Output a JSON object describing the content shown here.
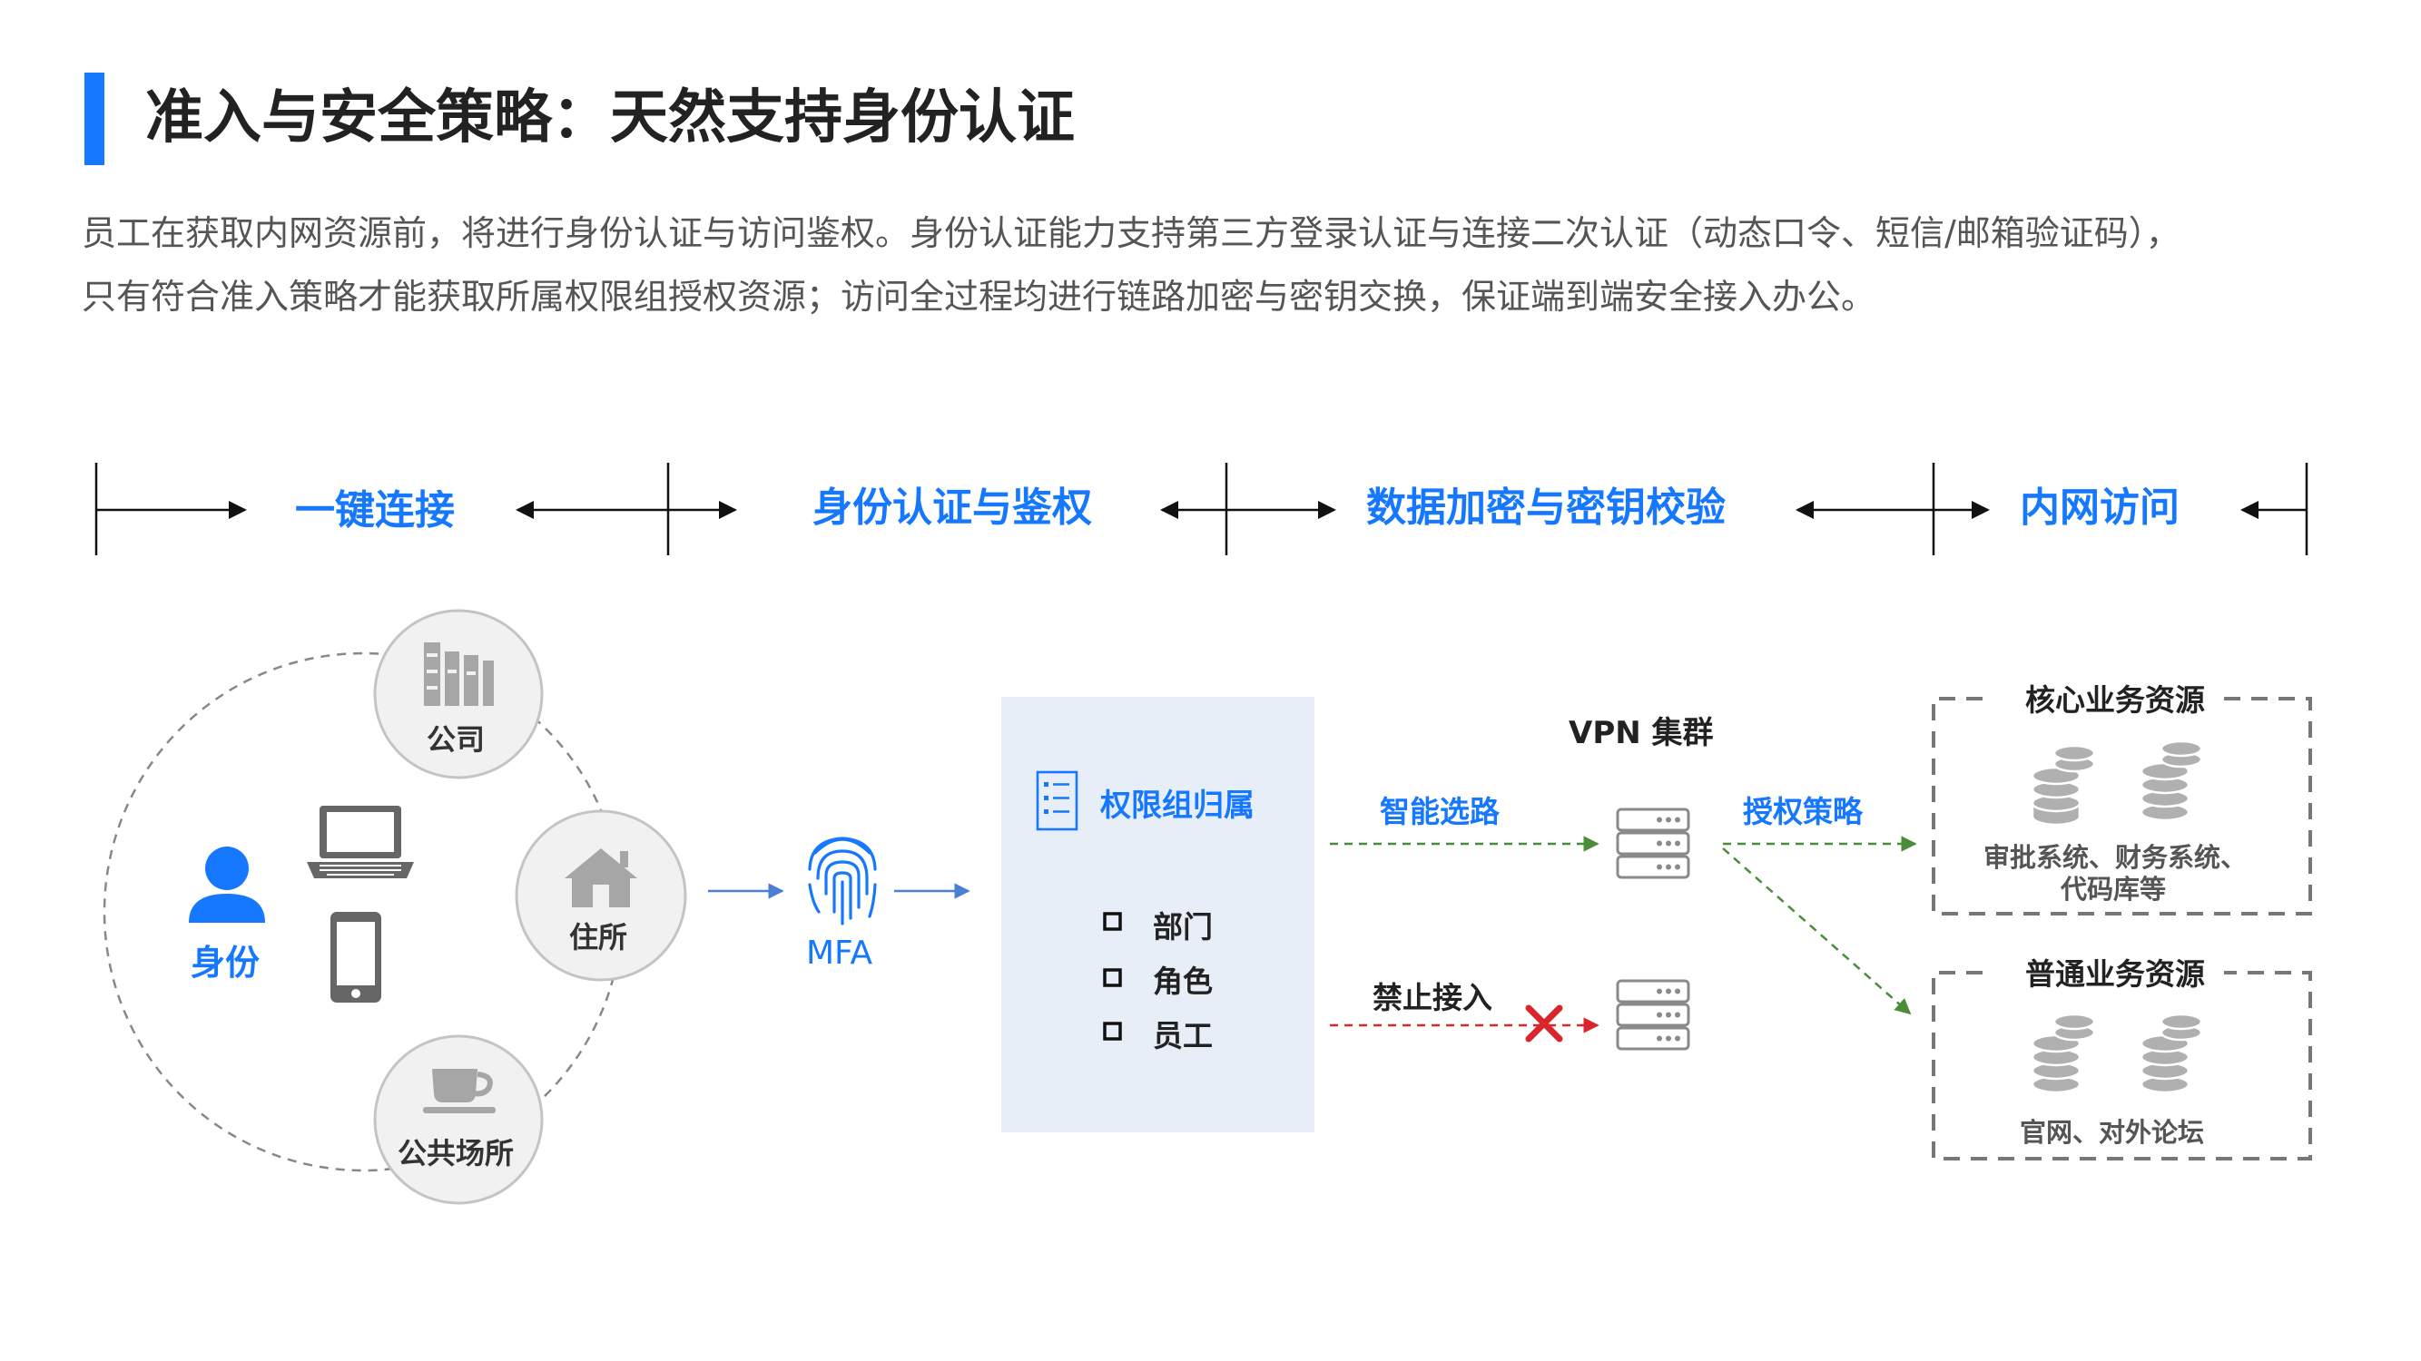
{
  "header": {
    "title": "准入与安全策略：天然支持身份认证",
    "desc_line1": "员工在获取内网资源前，将进行身份认证与访问鉴权。身份认证能力支持第三方登录认证与连接二次认证（动态口令、短信/邮箱验证码），",
    "desc_line2": "只有符合准入策略才能获取所属权限组授权资源；访问全过程均进行链路加密与密钥交换，保证端到端安全接入办公。"
  },
  "phases": [
    "一键连接",
    "身份认证与鉴权",
    "数据加密与密钥校验",
    "内网访问"
  ],
  "identity": {
    "label": "身份",
    "locations": {
      "company": "公司",
      "home": "住所",
      "public": "公共场所"
    }
  },
  "mfa": {
    "label": "MFA"
  },
  "permission": {
    "title": "权限组归属",
    "items": [
      "部门",
      "角色",
      "员工"
    ]
  },
  "vpn": {
    "cluster_label": "VPN 集群",
    "smart_route": "智能选路",
    "auth_policy": "授权策略",
    "deny": "禁止接入"
  },
  "resources": {
    "core": {
      "title": "核心业务资源",
      "line1": "审批系统、财务系统、",
      "line2": "代码库等"
    },
    "normal": {
      "title": "普通业务资源",
      "line1": "官网、对外论坛"
    }
  },
  "colors": {
    "accent": "#1677ff",
    "green": "#4a8c3a",
    "red": "#d9252b",
    "gray_icon": "#a6a6a6",
    "panel_bg": "#e8eef8"
  }
}
